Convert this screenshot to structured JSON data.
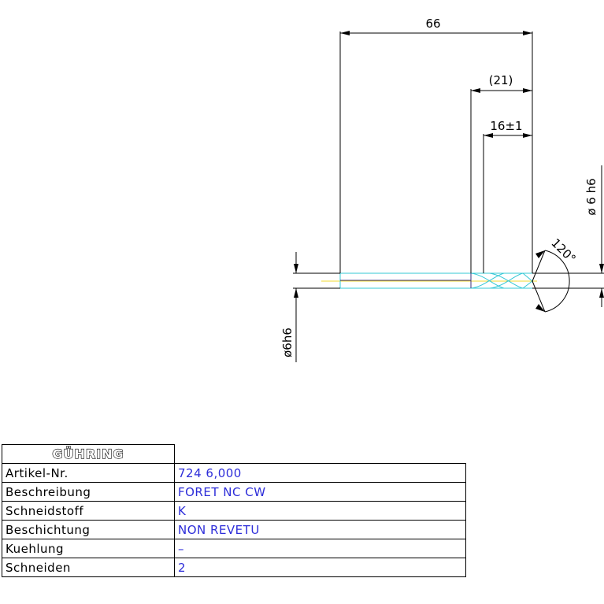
{
  "colors": {
    "outline": "#000000",
    "tool_outline": "#35c8d6",
    "flute": "#3a2f7a",
    "center_line": "#f0d830",
    "table_values": "#2d2dd9"
  },
  "dimensions": {
    "overall_length": "66",
    "flute_length": "(21)",
    "usable_length": "16±1",
    "shank_diameter": "ø 6 h6",
    "body_diameter": "ø6h6",
    "point_angle": "120°"
  },
  "title_block": {
    "brand": "GÜHRING",
    "rows": [
      {
        "label": "Artikel-Nr.",
        "value": "724 6,000"
      },
      {
        "label": "Beschreibung",
        "value": "FORET NC CW"
      },
      {
        "label": "Schneidstoff",
        "value": "K"
      },
      {
        "label": "Beschichtung",
        "value": "NON REVETU"
      },
      {
        "label": "Kuehlung",
        "value": "–"
      },
      {
        "label": "Schneiden",
        "value": "2"
      }
    ]
  }
}
